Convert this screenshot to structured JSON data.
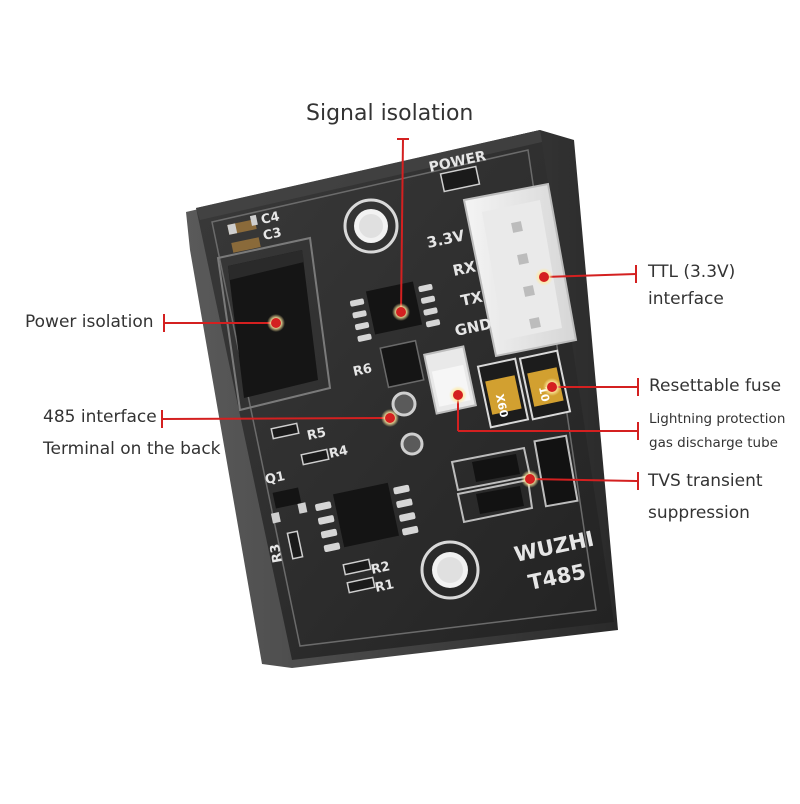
{
  "callouts": {
    "signal_isolation": "Signal isolation",
    "power_isolation": "Power isolation",
    "ttl_line1": "TTL (3.3V)",
    "ttl_line2": "interface",
    "rs485_line1": "485 interface",
    "rs485_line2": "Terminal on the back",
    "fuse": "Resettable fuse",
    "gdt_line1": "Lightning protection",
    "gdt_line2": "gas discharge tube",
    "tvs_line1": "TVS transient",
    "tvs_line2": "suppression"
  },
  "silkscreen": {
    "brand": "WUZHI",
    "model": "T485",
    "power": "POWER",
    "pin_33v": "3.3V",
    "pin_rx": "RX",
    "pin_tx": "TX",
    "pin_gnd": "GND",
    "c4": "C4",
    "c3": "C3",
    "r6": "R6",
    "r5": "R5",
    "r4": "R4",
    "q1": "Q1",
    "r3": "R3",
    "r2": "R2",
    "r1": "R1",
    "fuse_code": "X60",
    "fuse_code2": "10"
  },
  "colors": {
    "pcb": "#2b2b2b",
    "callout_line": "#d42020",
    "label_text": "#333333"
  }
}
